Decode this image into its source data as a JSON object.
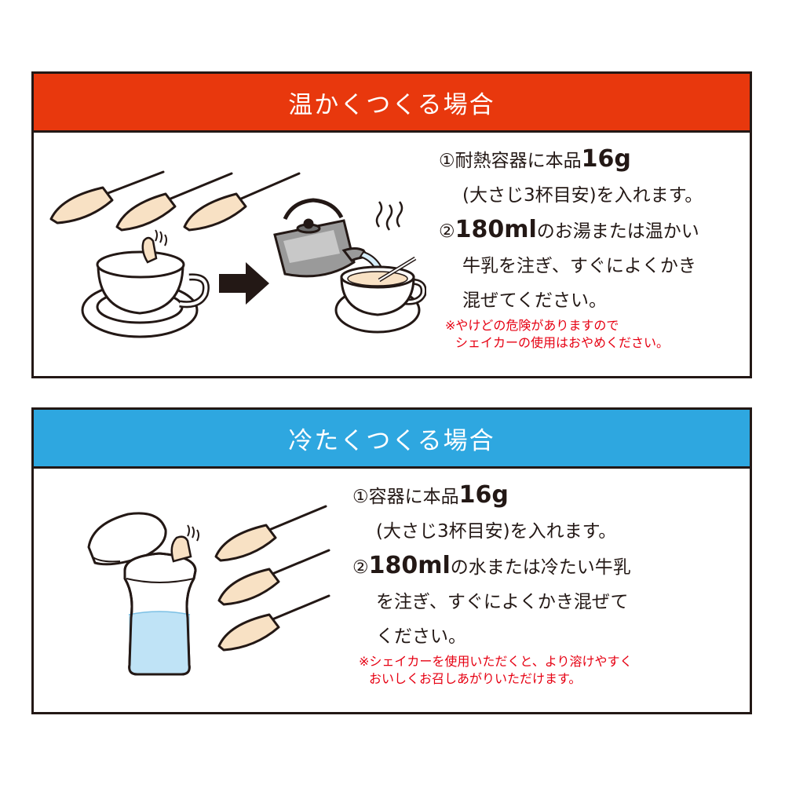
{
  "hot": {
    "title": "温かくつくる場合",
    "step1": {
      "marker": "①",
      "text_a": "耐熱容器に本品",
      "amount": "16g",
      "line2": "(大さじ3杯目安)を入れます。"
    },
    "step2": {
      "marker": "②",
      "amount": "180ml",
      "text_a": "のお湯または温かい",
      "line2": "牛乳を注ぎ、すぐによくかき",
      "line3": "混ぜてください。"
    },
    "note": {
      "line1": "※やけどの危険がありますので",
      "line2": "シェイカーの使用はおやめください。"
    },
    "header_color": "#e8380d"
  },
  "cold": {
    "title": "冷たくつくる場合",
    "step1": {
      "marker": "①",
      "text_a": "容器に本品",
      "amount": "16g",
      "line2": "(大さじ3杯目安)を入れます。"
    },
    "step2": {
      "marker": "②",
      "amount": "180ml",
      "text_a": "の水または冷たい牛乳",
      "line2": "を注ぎ、すぐによくかき混ぜて",
      "line3": "ください。"
    },
    "note": {
      "line1": "※シェイカーを使用いただくと、より溶けやすく",
      "line2": "おいしくお召しあがりいただけます。"
    },
    "header_color": "#2ea7e0"
  },
  "colors": {
    "note": "#e60012",
    "powder": "#f8e1c4",
    "water": "#bfe3f6",
    "outline": "#231815"
  }
}
